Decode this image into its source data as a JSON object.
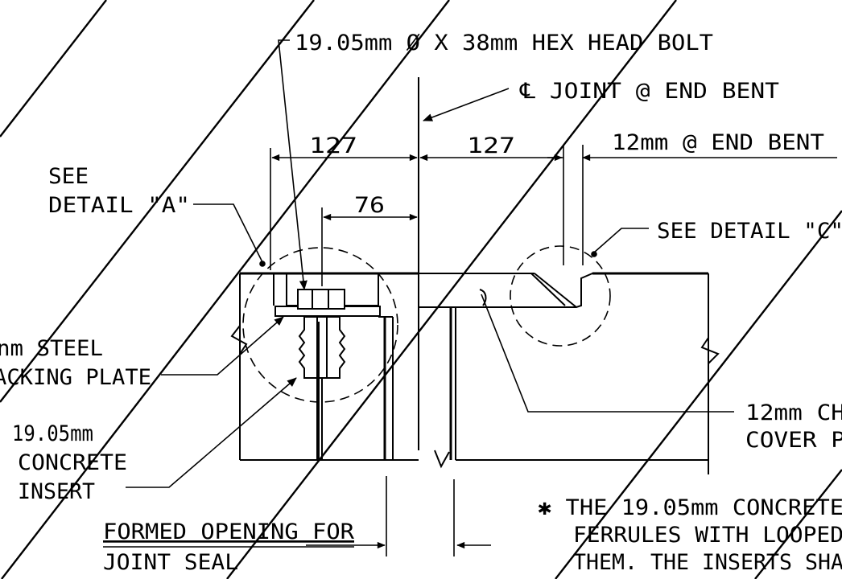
{
  "drawing": {
    "line_color": "#000000",
    "background": "#ffffff",
    "labels": {
      "hex_bolt": "19.05mm Ø X 38mm HEX HEAD BOLT",
      "centerline": "℄ JOINT @ END BENT",
      "dim_127_left": "127",
      "dim_127_right": "127",
      "dim_12mm": "12mm @ END BENT",
      "dim_76": "76",
      "see": "SEE",
      "detail_a": "DETAIL \"A\"",
      "detail_c": "SEE DETAIL \"C\"",
      "steel_line1": "nm STEEL",
      "steel_line2": "ACKING PLATE",
      "insert_line1": "* 19.05mm",
      "insert_line2": "CONCRETE",
      "insert_line3": "INSERT",
      "chk_line1": "12mm CH",
      "chk_line2": "COVER P",
      "formed_line1": "FORMED OPENING FOR",
      "formed_line2": "JOINT SEAL",
      "note_line1": "✱ THE 19.05mm CONCRETE",
      "note_line2": "FERRULES WITH LOOPED",
      "note_line3": "THEM. THE INSERTS SHA"
    }
  }
}
